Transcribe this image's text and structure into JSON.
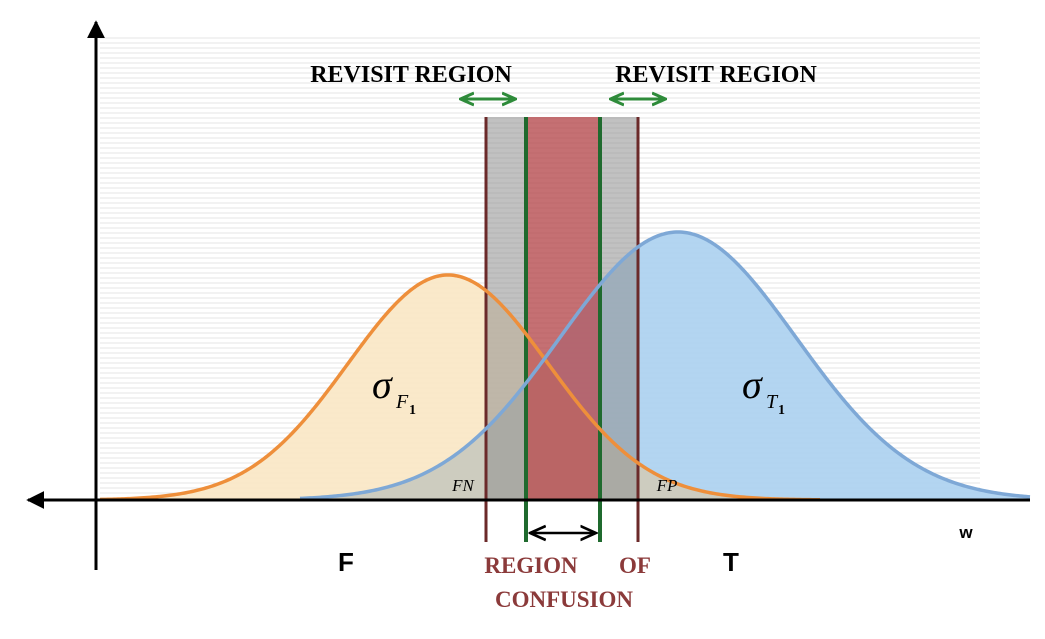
{
  "labels": {
    "revisit_left": "REVISIT REGION",
    "revisit_right": "REVISIT REGION",
    "region_line1": "REGION",
    "region_of": "OF",
    "region_line2": "CONFUSION",
    "fn": "FN",
    "fp": "FP",
    "false_axis": "F",
    "true_axis": "T",
    "w_axis": "w",
    "sigma": "σ",
    "sigma_f_sub": "F",
    "sigma_t_sub": "T",
    "sub_index": "1"
  },
  "colors": {
    "orange_line": "#EE8F3B",
    "orange_fill": "#F9E7C4",
    "blue_line": "#7EA8D6",
    "blue_fill": "#A9CFEF",
    "overlap_fill": "#CFCBBA",
    "gray_band": "#9A9A9A",
    "red_band": "#B5484C",
    "green_line": "#1F6A2E",
    "green_arrow": "#2E8B3A",
    "maroon_text": "#8B3A3A",
    "grid_line": "#E4E4E4"
  }
}
